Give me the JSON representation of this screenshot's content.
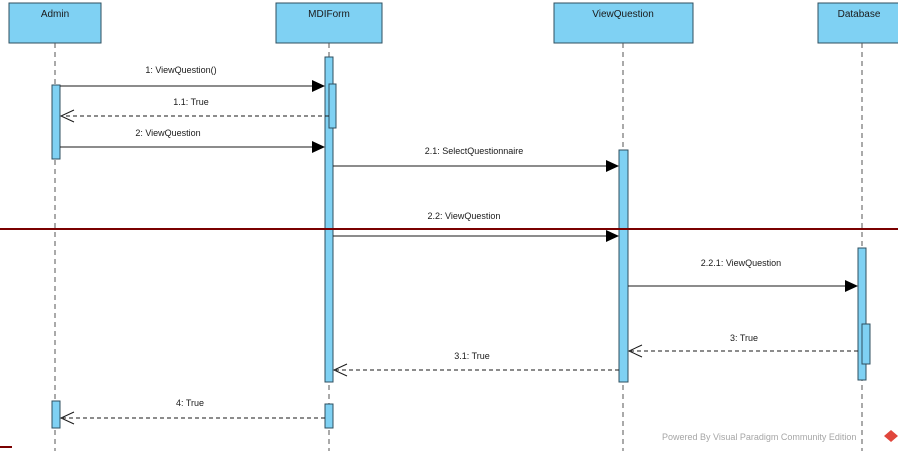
{
  "lifelines": [
    {
      "id": "admin",
      "name": "Admin"
    },
    {
      "id": "mdiform",
      "name": "MDIForm"
    },
    {
      "id": "viewquestion",
      "name": "ViewQuestion"
    },
    {
      "id": "database",
      "name": "Database"
    }
  ],
  "messages": [
    {
      "id": "m1",
      "label": "1: ViewQuestion()",
      "from": "admin",
      "to": "mdiform",
      "kind": "sync"
    },
    {
      "id": "m1_1",
      "label": "1.1: True",
      "from": "mdiform",
      "to": "admin",
      "kind": "return"
    },
    {
      "id": "m2",
      "label": "2: ViewQuestion",
      "from": "admin",
      "to": "mdiform",
      "kind": "sync"
    },
    {
      "id": "m2_1",
      "label": "2.1: SelectQuestionnaire",
      "from": "mdiform",
      "to": "viewquestion",
      "kind": "sync"
    },
    {
      "id": "m2_2",
      "label": "2.2: ViewQuestion",
      "from": "mdiform",
      "to": "viewquestion",
      "kind": "sync"
    },
    {
      "id": "m2_2_1",
      "label": "2.2.1: ViewQuestion",
      "from": "viewquestion",
      "to": "database",
      "kind": "sync"
    },
    {
      "id": "m3",
      "label": "3: True",
      "from": "database",
      "to": "viewquestion",
      "kind": "return"
    },
    {
      "id": "m3_1",
      "label": "3.1: True",
      "from": "viewquestion",
      "to": "mdiform",
      "kind": "return"
    },
    {
      "id": "m4",
      "label": "4: True",
      "from": "mdiform",
      "to": "admin",
      "kind": "return"
    }
  ],
  "watermark": {
    "text": "Powered By  Visual Paradigm Community Edition"
  },
  "colors": {
    "lifeline_fill": "#7fd1f3",
    "divider": "#7a0000",
    "watermark_logo": "#e0463c"
  }
}
